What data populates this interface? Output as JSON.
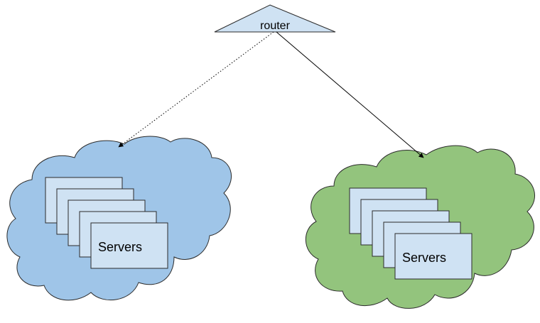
{
  "router": {
    "label": "router",
    "fill": "#cfe2f3",
    "stroke": "#2b2b2b"
  },
  "links": [
    {
      "from": "router",
      "to": "left-cloud",
      "style": "dotted"
    },
    {
      "from": "router",
      "to": "right-cloud",
      "style": "solid"
    }
  ],
  "clouds": [
    {
      "id": "left-cloud",
      "color": "#9fc5e8",
      "stack_count": 5,
      "server_label": "Servers"
    },
    {
      "id": "right-cloud",
      "color": "#93c47d",
      "stack_count": 5,
      "server_label": "Servers"
    }
  ],
  "colors": {
    "server_box": "#cfe2f3",
    "outline": "#2b2b2b"
  }
}
